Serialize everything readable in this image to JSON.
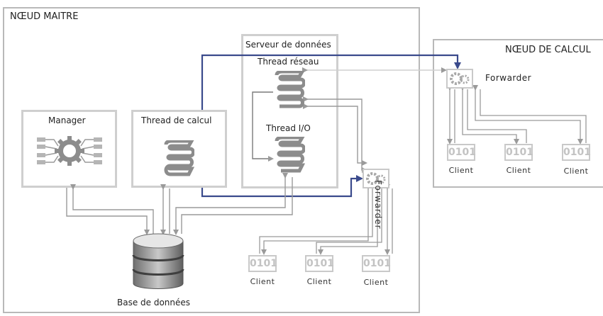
{
  "master_node": {
    "title": "NŒUD MAITRE"
  },
  "compute_node": {
    "title": "NŒUD DE CALCUL"
  },
  "data_server": {
    "title": "Serveur de données",
    "network_thread": "Thread réseau",
    "io_thread": "Thread I/O"
  },
  "manager": {
    "label": "Manager"
  },
  "compute_thread": {
    "label": "Thread de calcul"
  },
  "database": {
    "label": "Base de données"
  },
  "forwarder_label": "Forwarder",
  "client_code": "0101",
  "client_label": "Client",
  "colors": {
    "navy": "#3a4a8c",
    "gray_line": "#9a9a9a",
    "box_border": "#c0c0c0"
  }
}
